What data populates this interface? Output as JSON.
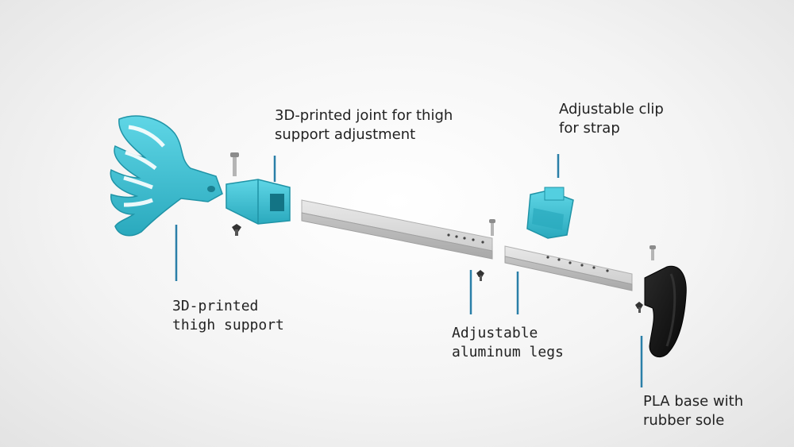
{
  "labels": {
    "joint": {
      "line1": "3D-printed joint for thigh",
      "line2": "support adjustment"
    },
    "clip": {
      "line1": "Adjustable clip",
      "line2": "for strap"
    },
    "thigh": {
      "line1": "3D-printed",
      "line2": "thigh support"
    },
    "legs": {
      "line1": "Adjustable",
      "line2": "aluminum legs"
    },
    "base": {
      "line1": "PLA base with",
      "line2": "rubber sole"
    }
  },
  "colors": {
    "accent": "#3ec1d3",
    "leader": "#2a7fa8",
    "aluminum": "#d6d6d6",
    "base": "#111111"
  }
}
